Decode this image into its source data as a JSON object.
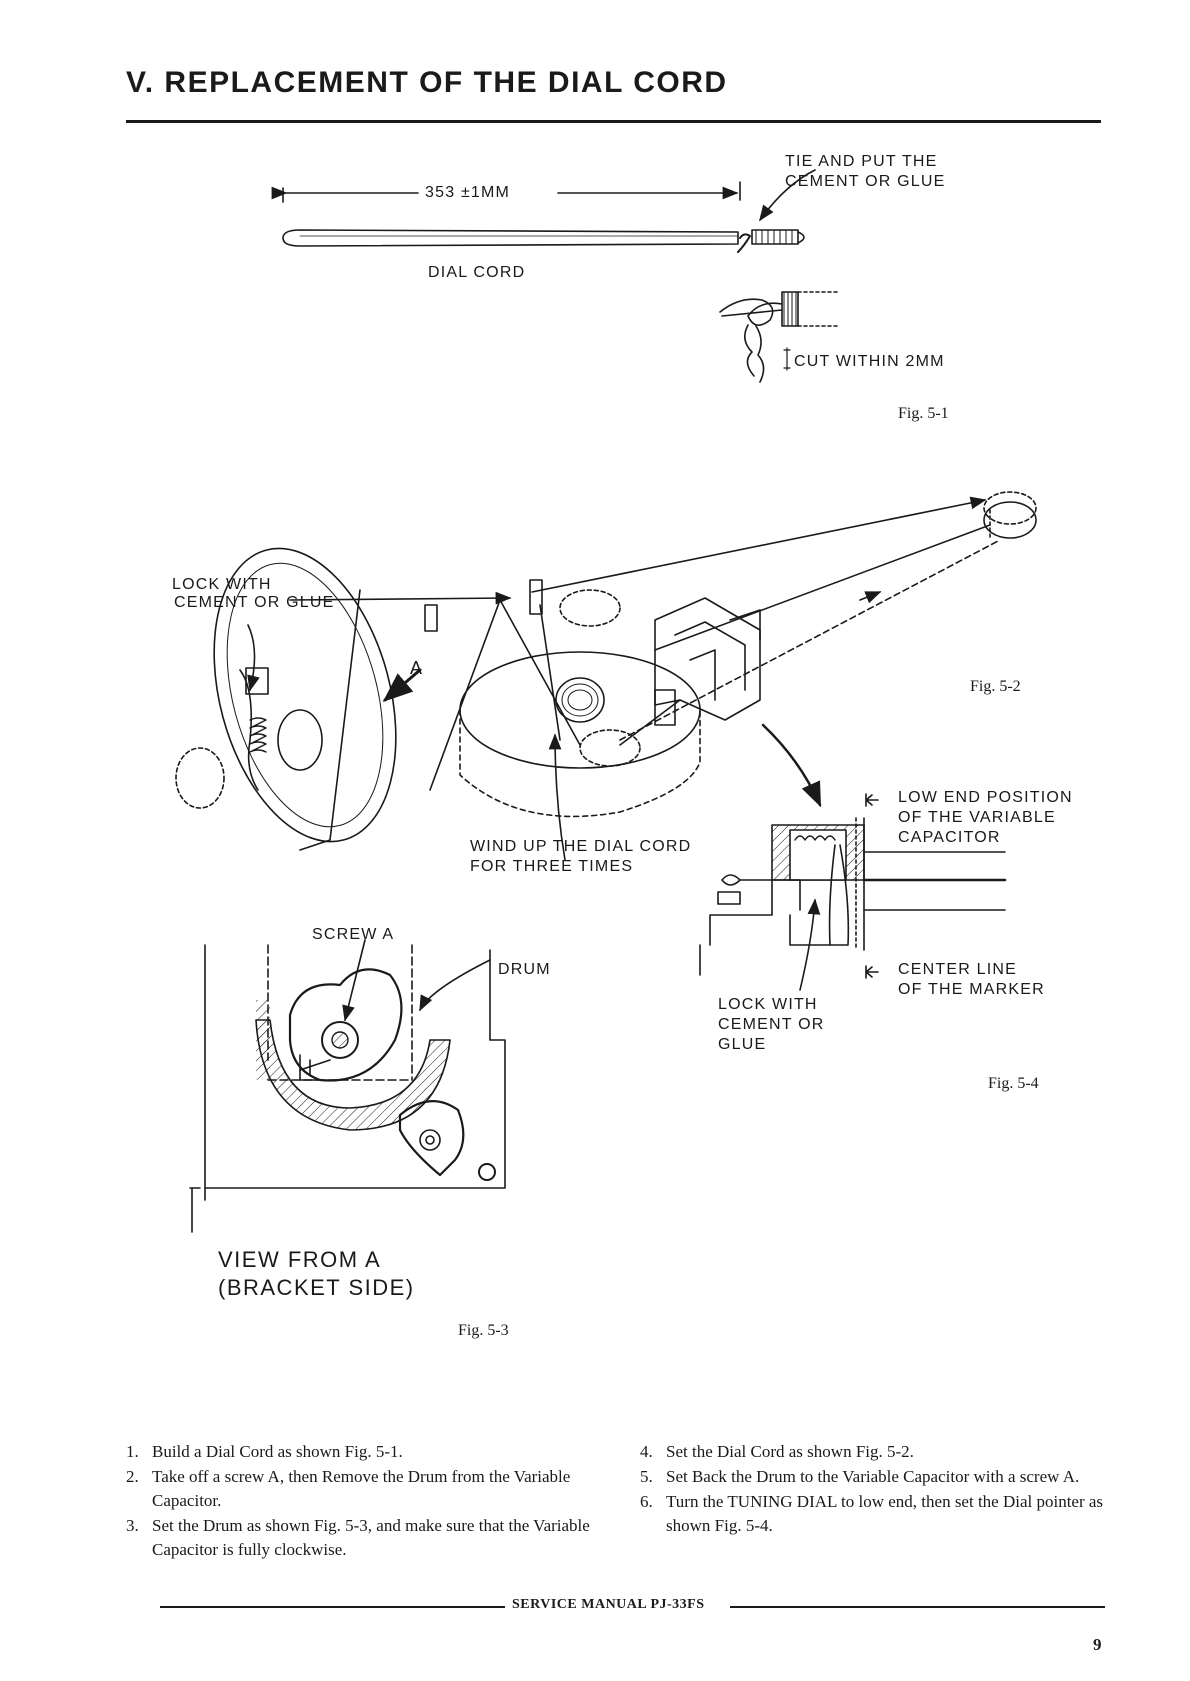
{
  "header": {
    "title": "V. REPLACEMENT OF THE DIAL CORD"
  },
  "fig_5_1": {
    "caption": "Fig. 5-1",
    "length": "353 ±1mm",
    "cord_label": "DIAL CORD",
    "tie_label": [
      "TIE AND PUT THE",
      "CEMENT OR GLUE"
    ],
    "cut_label": "CUT WITHIN 2mm"
  },
  "fig_5_2": {
    "caption": "Fig. 5-2",
    "lock_label": [
      "LOCK WITH",
      "CEMENT OR GLUE"
    ],
    "arrow_label": "A",
    "wind_label": [
      "WIND UP THE DIAL CORD",
      "FOR THREE TIMES"
    ]
  },
  "fig_5_3": {
    "caption": "Fig. 5-3",
    "screw_label": "SCREW A",
    "drum_label": "DRUM",
    "view_label": [
      "VIEW FROM A",
      "(BRACKET SIDE)"
    ]
  },
  "fig_5_4": {
    "caption": "Fig. 5-4",
    "low_end_label": [
      "LOW END POSITION",
      "OF THE VARIABLE",
      "CAPACITOR"
    ],
    "center_label": [
      "CENTER LINE",
      "OF THE MARKER"
    ],
    "lock_label": [
      "LOCK WITH",
      "CEMENT OR",
      "GLUE"
    ]
  },
  "steps_left": [
    {
      "num": "1.",
      "text": "Build a Dial Cord as shown Fig. 5-1."
    },
    {
      "num": "2.",
      "text": "Take off a screw A, then Remove the Drum from the Variable Capacitor."
    },
    {
      "num": "3.",
      "text": "Set the Drum as shown Fig. 5-3, and make sure that the Variable Capacitor is fully clockwise."
    }
  ],
  "steps_right": [
    {
      "num": "4.",
      "text": "Set the Dial Cord as shown Fig. 5-2."
    },
    {
      "num": "5.",
      "text": "Set Back the Drum to the Variable Capacitor with a screw A."
    },
    {
      "num": "6.",
      "text": "Turn the TUNING DIAL to low end, then set the Dial pointer as shown Fig. 5-4."
    }
  ],
  "footer": {
    "text": "SERVICE MANUAL PJ-33FS",
    "page_number": "9"
  }
}
